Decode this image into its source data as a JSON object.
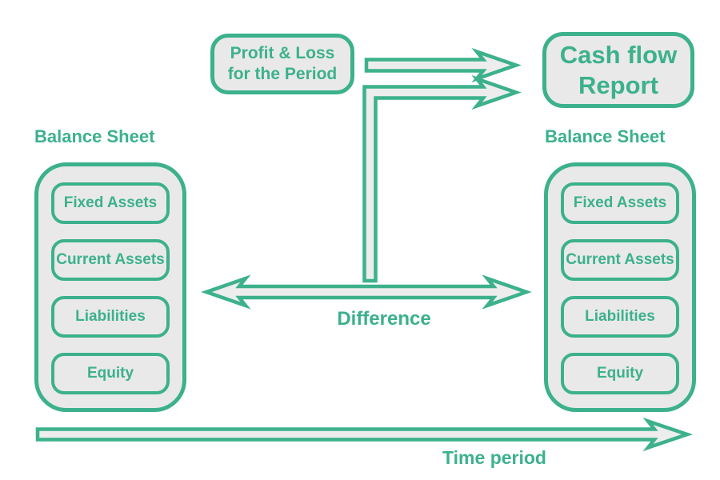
{
  "colors": {
    "accent": "#3cb18c",
    "box_fill": "#e9e9e9",
    "arrow_fill": "#ededed",
    "background": "#ffffff"
  },
  "boxes": {
    "profit_loss": {
      "line1": "Profit & Loss",
      "line2": "for the Period"
    },
    "cash_flow": {
      "line1": "Cash flow",
      "line2": "Report"
    }
  },
  "left_balance_sheet": {
    "title": "Balance Sheet",
    "items": [
      "Fixed Assets",
      "Current Assets",
      "Liabilities",
      "Equity"
    ]
  },
  "right_balance_sheet": {
    "title": "Balance Sheet",
    "items": [
      "Fixed Assets",
      "Current Assets",
      "Liabilities",
      "Equity"
    ]
  },
  "labels": {
    "difference": "Difference",
    "time_period": "Time period"
  },
  "arrows": [
    {
      "name": "profit-loss-to-cashflow-arrow",
      "from": "Profit & Loss for the Period",
      "to": "Cash flow Report"
    },
    {
      "name": "difference-to-cashflow-arrow",
      "from": "Difference",
      "to": "Cash flow Report"
    },
    {
      "name": "difference-double-arrow",
      "from": "Balance Sheet (left)",
      "to": "Balance Sheet (right)",
      "label": "Difference"
    },
    {
      "name": "time-period-arrow",
      "direction": "right",
      "label": "Time period"
    }
  ]
}
